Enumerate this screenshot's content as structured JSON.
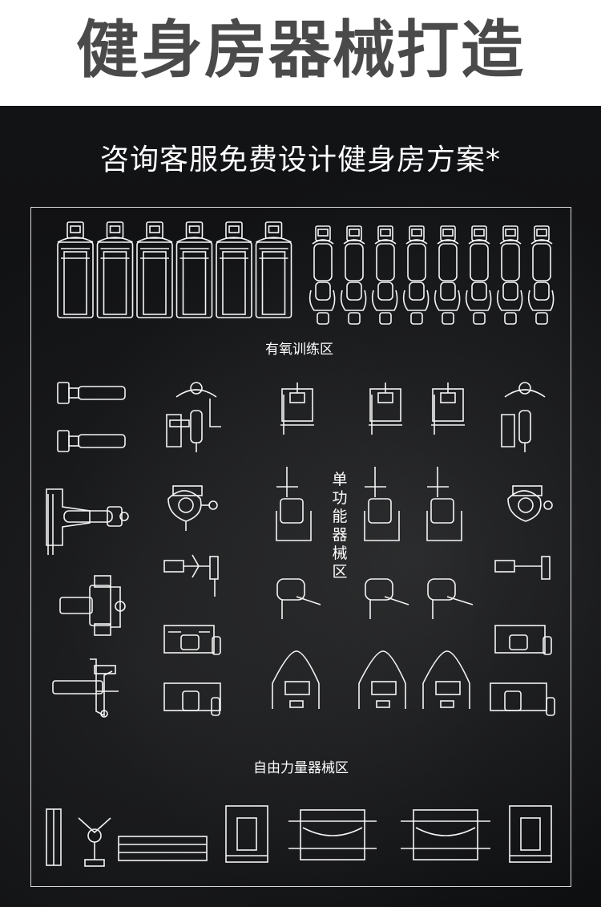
{
  "header": {
    "title": "健身房器械打造"
  },
  "panel": {
    "subtitle": "咨询客服免费设计健身房方案*",
    "zones": {
      "aerobic": "有氧训练区",
      "single_function": "单功能器械区",
      "free_weight": "自由力量器械区"
    }
  },
  "colors": {
    "header_text": "#4a4a4a",
    "panel_bg": "#111214",
    "line_art": "#f4f4f4"
  },
  "equipment": {
    "treadmills": 6,
    "bikes": 8
  }
}
